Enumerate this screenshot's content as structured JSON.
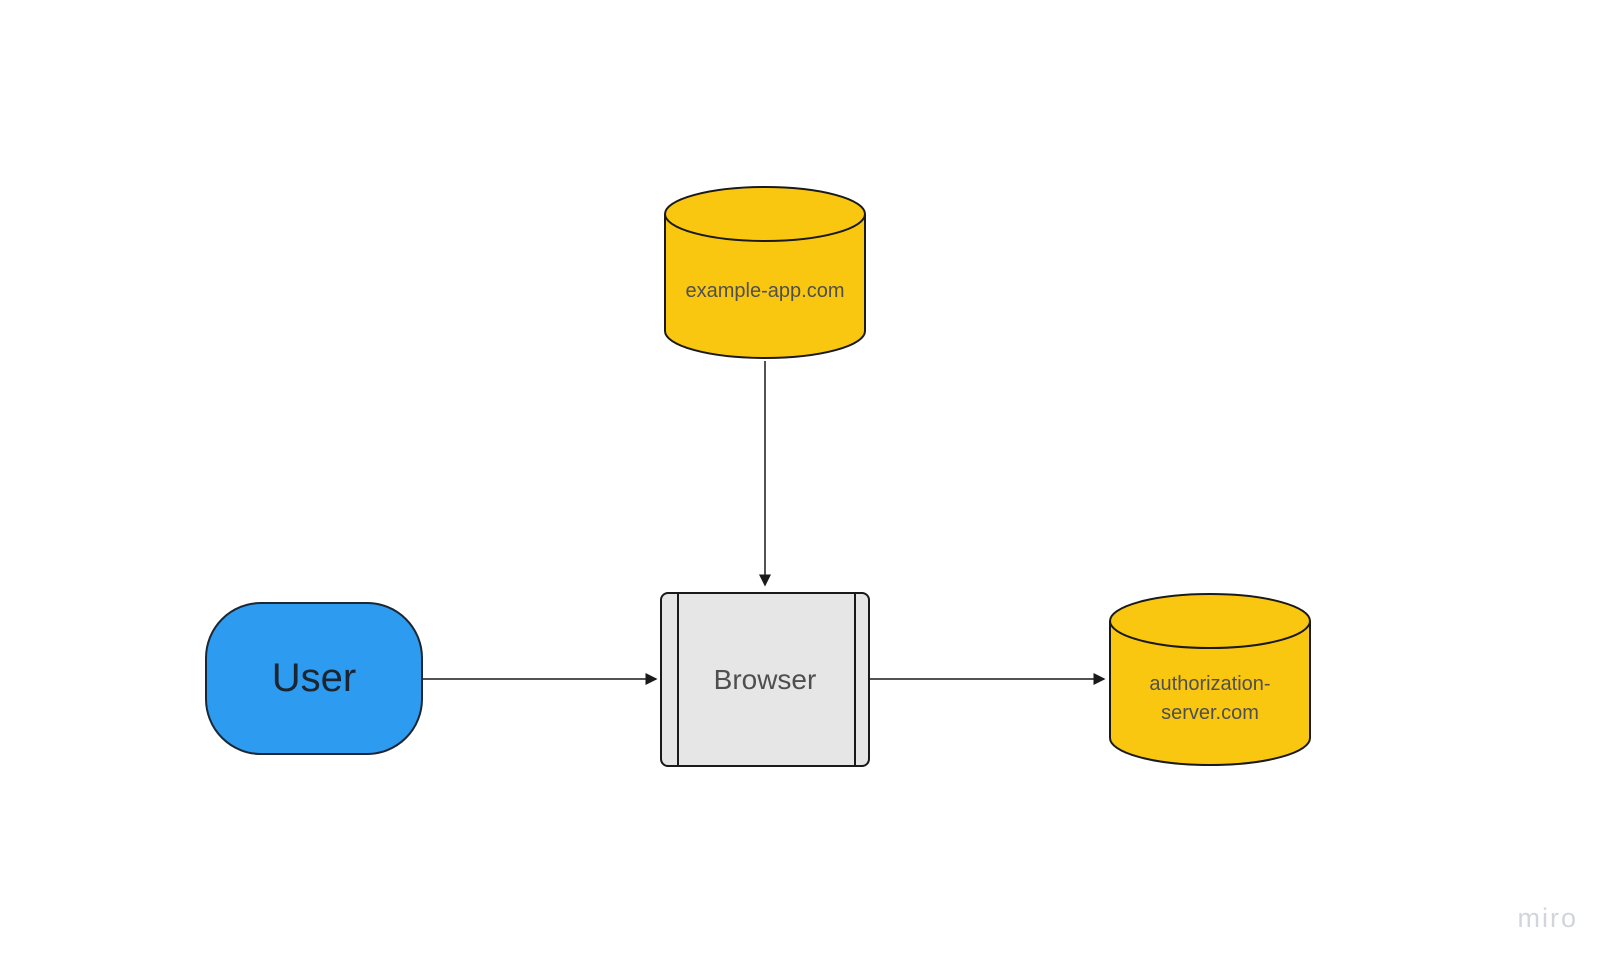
{
  "canvas": {
    "background": "#ffffff"
  },
  "diagram": {
    "nodes": {
      "example_app": {
        "label": "example-app.com",
        "shape": "cylinder",
        "fill": "#FAC710",
        "border": "#1a1a1a",
        "text_color": "#4f4f4f"
      },
      "user": {
        "label": "User",
        "shape": "rounded-rectangle",
        "fill": "#2D9BF0",
        "border": "#1c2734",
        "text_color": "#1b2531"
      },
      "browser": {
        "label": "Browser",
        "shape": "predefined-process",
        "fill": "#E6E6E6",
        "border": "#1a1a1a",
        "text_color": "#4f4f4f"
      },
      "auth_server": {
        "label": "authorization-server.com",
        "shape": "cylinder",
        "fill": "#FAC710",
        "border": "#1a1a1a",
        "text_color": "#4f4f4f"
      }
    },
    "edges": [
      {
        "name": "example-app-to-browser",
        "from": "example_app",
        "to": "browser",
        "direction": "down"
      },
      {
        "name": "user-to-browser",
        "from": "user",
        "to": "browser",
        "direction": "right"
      },
      {
        "name": "browser-to-auth-server",
        "from": "browser",
        "to": "auth_server",
        "direction": "right"
      }
    ],
    "edge_color": "#1a1a1a"
  },
  "watermark": {
    "label": "miro",
    "color": "#d2d5dc"
  }
}
